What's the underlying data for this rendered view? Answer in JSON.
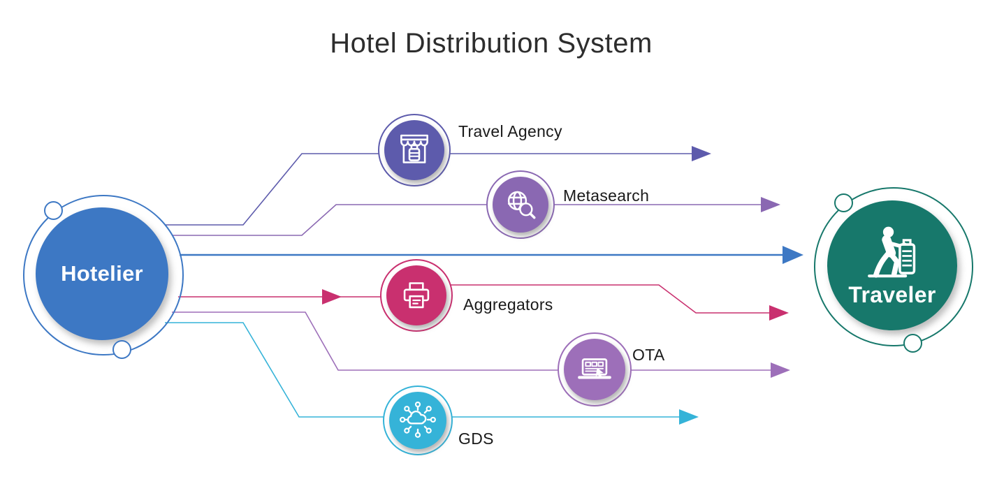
{
  "title": "Hotel Distribution System",
  "colors": {
    "hotelier_blue": "#3d78c4",
    "traveler_teal": "#17786b",
    "text_dark": "#1a1a1a",
    "title_dark": "#2d2d2d"
  },
  "nodes": {
    "hotelier": {
      "label": "Hotelier",
      "color": "#3d78c4"
    },
    "traveler": {
      "label": "Traveler",
      "color": "#17786b",
      "icon": "traveler-luggage-icon"
    }
  },
  "channels": [
    {
      "label": "Travel Agency",
      "color": "#5d5bac",
      "icon": "storefront-icon"
    },
    {
      "label": "Metasearch",
      "color": "#8a68b2",
      "icon": "globe-search-icon"
    },
    {
      "label": "Aggregators",
      "color": "#c9306f",
      "icon": "printer-icon"
    },
    {
      "label": "OTA",
      "color": "#9d6fb9",
      "icon": "laptop-cursor-icon"
    },
    {
      "label": "GDS",
      "color": "#35b3d8",
      "icon": "cloud-network-icon"
    }
  ]
}
